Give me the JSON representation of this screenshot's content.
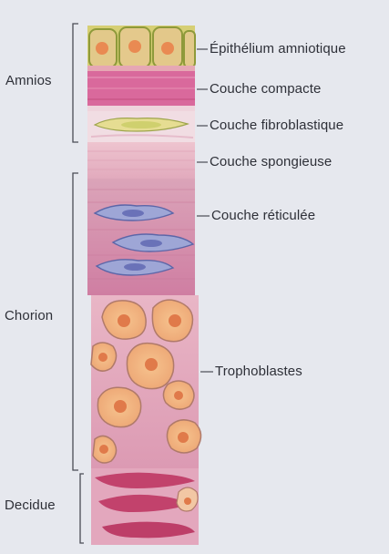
{
  "groups": {
    "amnios": "Amnios",
    "chorion": "Chorion",
    "decidue": "Decidue"
  },
  "layers": {
    "epithelium": "Épithélium amniotique",
    "compact": "Couche compacte",
    "fibroblastic": "Couche fibroblastique",
    "spongy": "Couche spongieuse",
    "reticular": "Couche réticulée",
    "trophoblasts": "Trophoblastes"
  },
  "colors": {
    "background": "#e6e8ee",
    "epithelium": "#d8d06a",
    "compact": "#d7679a",
    "spongy": "#e8b8c8",
    "reticular": "#d48aac",
    "trophoblast": "#f2c7a4",
    "decidua": "#c0406a",
    "line": "#4a4c55"
  }
}
